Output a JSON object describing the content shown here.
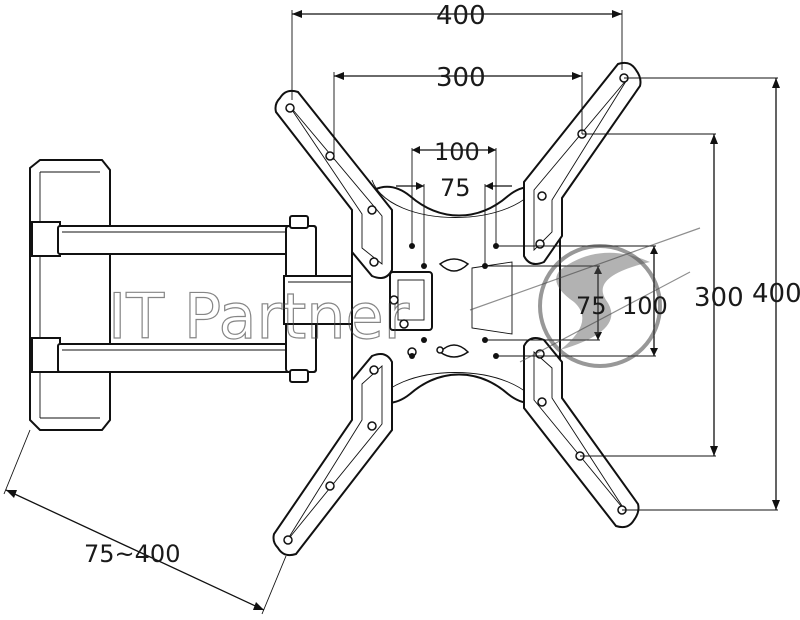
{
  "dimensions": {
    "horizontal_400": "400",
    "horizontal_300": "300",
    "horizontal_100": "100",
    "horizontal_75": "75",
    "vertical_75": "75",
    "vertical_100": "100",
    "vertical_300": "300",
    "vertical_400": "400",
    "arm_extension": "75~400"
  },
  "watermark": {
    "text": "IT Partner",
    "color": "#444444"
  },
  "colors": {
    "line": "#111111",
    "background": "#ffffff"
  }
}
